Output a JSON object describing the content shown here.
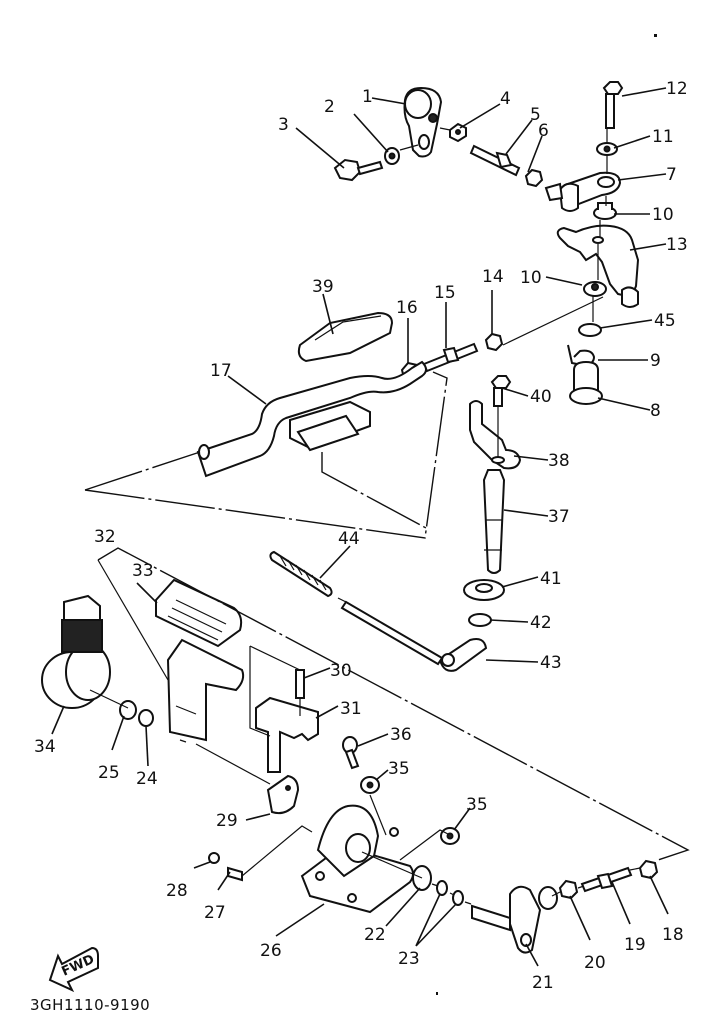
{
  "diagram": {
    "type": "exploded-parts-diagram",
    "subject": "steering / shift linkage assembly",
    "drawing_code": "3GH1110-9190",
    "direction_marker": "FWD",
    "colors": {
      "ink": "#111111",
      "background": "#ffffff"
    },
    "callouts": [
      {
        "id": "1",
        "label": "1"
      },
      {
        "id": "2",
        "label": "2"
      },
      {
        "id": "3",
        "label": "3"
      },
      {
        "id": "4",
        "label": "4"
      },
      {
        "id": "5",
        "label": "5"
      },
      {
        "id": "6",
        "label": "6"
      },
      {
        "id": "7",
        "label": "7"
      },
      {
        "id": "8",
        "label": "8"
      },
      {
        "id": "9",
        "label": "9"
      },
      {
        "id": "10a",
        "label": "10"
      },
      {
        "id": "10b",
        "label": "10"
      },
      {
        "id": "11",
        "label": "11"
      },
      {
        "id": "12",
        "label": "12"
      },
      {
        "id": "13",
        "label": "13"
      },
      {
        "id": "14",
        "label": "14"
      },
      {
        "id": "15",
        "label": "15"
      },
      {
        "id": "16",
        "label": "16"
      },
      {
        "id": "17",
        "label": "17"
      },
      {
        "id": "18",
        "label": "18"
      },
      {
        "id": "19",
        "label": "19"
      },
      {
        "id": "20",
        "label": "20"
      },
      {
        "id": "21",
        "label": "21"
      },
      {
        "id": "22",
        "label": "22"
      },
      {
        "id": "23",
        "label": "23"
      },
      {
        "id": "24",
        "label": "24"
      },
      {
        "id": "25",
        "label": "25"
      },
      {
        "id": "26",
        "label": "26"
      },
      {
        "id": "27",
        "label": "27"
      },
      {
        "id": "28",
        "label": "28"
      },
      {
        "id": "29",
        "label": "29"
      },
      {
        "id": "30",
        "label": "30"
      },
      {
        "id": "31",
        "label": "31"
      },
      {
        "id": "32",
        "label": "32"
      },
      {
        "id": "33",
        "label": "33"
      },
      {
        "id": "34",
        "label": "34"
      },
      {
        "id": "35a",
        "label": "35"
      },
      {
        "id": "35b",
        "label": "35"
      },
      {
        "id": "36",
        "label": "36"
      },
      {
        "id": "37",
        "label": "37"
      },
      {
        "id": "38",
        "label": "38"
      },
      {
        "id": "39",
        "label": "39"
      },
      {
        "id": "40",
        "label": "40"
      },
      {
        "id": "41",
        "label": "41"
      },
      {
        "id": "42",
        "label": "42"
      },
      {
        "id": "43",
        "label": "43"
      },
      {
        "id": "44",
        "label": "44"
      },
      {
        "id": "45",
        "label": "45"
      }
    ]
  }
}
